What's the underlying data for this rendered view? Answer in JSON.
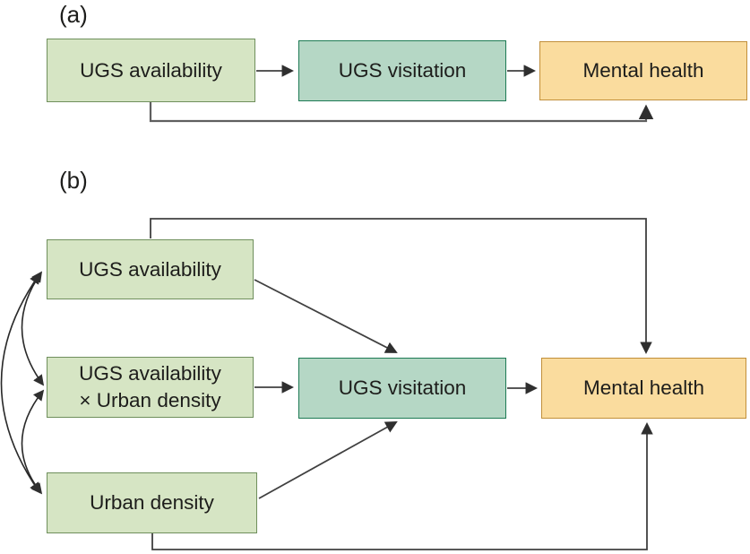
{
  "figure": {
    "type": "path-model-diagram",
    "panel_a": {
      "label": "(a)",
      "boxes": {
        "availability": "UGS availability",
        "visitation": "UGS visitation",
        "mental": "Mental health"
      },
      "edges": [
        {
          "from": "UGS availability",
          "to": "UGS visitation",
          "type": "directed"
        },
        {
          "from": "UGS visitation",
          "to": "Mental health",
          "type": "directed"
        },
        {
          "from": "UGS availability",
          "to": "Mental health",
          "type": "directed"
        }
      ]
    },
    "panel_b": {
      "label": "(b)",
      "boxes": {
        "availability": "UGS availability",
        "interaction_line1": "UGS availability",
        "interaction_line2": "× Urban density",
        "density": "Urban density",
        "visitation": "UGS visitation",
        "mental": "Mental health"
      },
      "edges": [
        {
          "from": "UGS availability",
          "to": "UGS visitation",
          "type": "directed"
        },
        {
          "from": "UGS availability × Urban density",
          "to": "UGS visitation",
          "type": "directed"
        },
        {
          "from": "Urban density",
          "to": "UGS visitation",
          "type": "directed"
        },
        {
          "from": "UGS visitation",
          "to": "Mental health",
          "type": "directed"
        },
        {
          "from": "UGS availability",
          "to": "Mental health",
          "type": "directed"
        },
        {
          "from": "Urban density",
          "to": "Mental health",
          "type": "directed"
        },
        {
          "from": "UGS availability",
          "to": "UGS availability × Urban density",
          "type": "bidirectional"
        },
        {
          "from": "UGS availability × Urban density",
          "to": "Urban density",
          "type": "bidirectional"
        },
        {
          "from": "UGS availability",
          "to": "Urban density",
          "type": "bidirectional"
        }
      ]
    },
    "colors": {
      "light_green_fill": "#d6e5c4",
      "light_green_border": "#6f8f5c",
      "teal_fill": "#b5d7c5",
      "teal_border": "#1d7a54",
      "orange_fill": "#fadc9e",
      "orange_border": "#c18f3a",
      "arrow_line": "#404040",
      "text": "#1d1d1b",
      "background": "#ffffff"
    }
  }
}
